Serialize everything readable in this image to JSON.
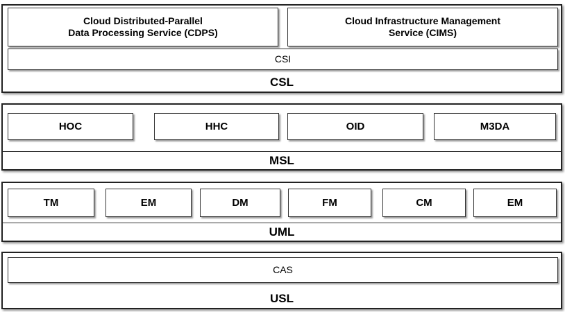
{
  "csl": {
    "label": "CSL",
    "cdps": "Cloud Distributed-Parallel\nData Processing Service (CDPS)",
    "cims": "Cloud Infrastructure Management\nService (CIMS)",
    "csi": "CSI"
  },
  "msl": {
    "label": "MSL",
    "items": [
      "HOC",
      "HHC",
      "OID",
      "M3DA"
    ]
  },
  "uml": {
    "label": "UML",
    "items": [
      "TM",
      "EM",
      "DM",
      "FM",
      "CM",
      "EM"
    ]
  },
  "usl": {
    "label": "USL",
    "cas": "CAS"
  }
}
